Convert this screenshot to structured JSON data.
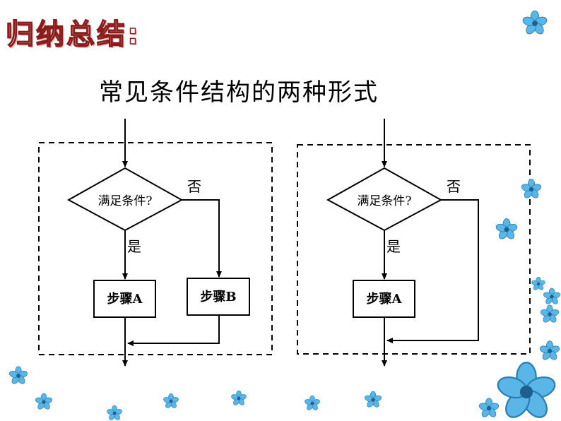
{
  "heading": "归纳总结:",
  "subtitle": "常见条件结构的两种形式",
  "left_flowchart": {
    "decision": "满足条件?",
    "yes_label": "是",
    "no_label": "否",
    "step_a": "步骤A",
    "step_b": "步骤B"
  },
  "right_flowchart": {
    "decision": "满足条件?",
    "yes_label": "是",
    "no_label": "否",
    "step_a": "步骤A"
  },
  "colors": {
    "heading_outline": "#8a1c1c",
    "flower_petal": "#5ab6e6",
    "flower_center": "#1f5f8f"
  },
  "decorations": {
    "icon": "blue-flower-icon"
  }
}
